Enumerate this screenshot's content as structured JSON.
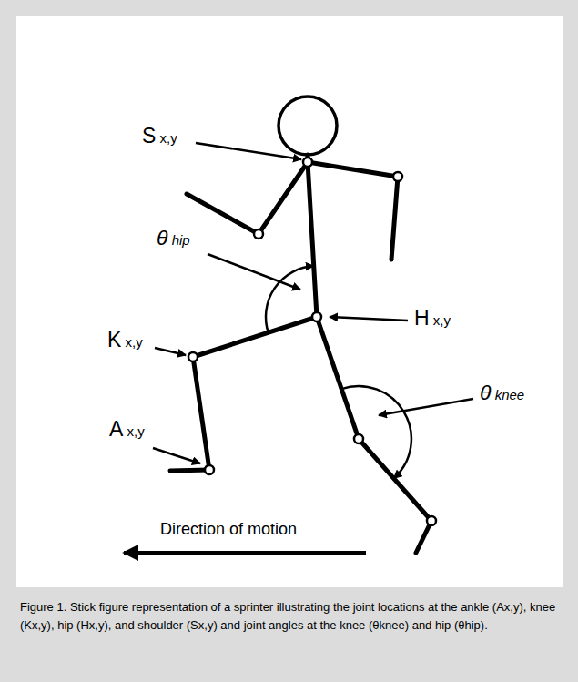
{
  "diagram": {
    "caption": "Figure 1. Stick figure representation of a sprinter illustrating the joint locations at the ankle (Ax,y), knee (Kx,y), hip (Hx,y), and shoulder (Sx,y) and joint angles at the knee (θknee) and hip (θhip).",
    "labels": [
      "S x,y",
      "θ hip",
      "H x,y",
      "K x,y",
      "A x,y",
      "θ knee",
      "Direction of motion"
    ]
  }
}
